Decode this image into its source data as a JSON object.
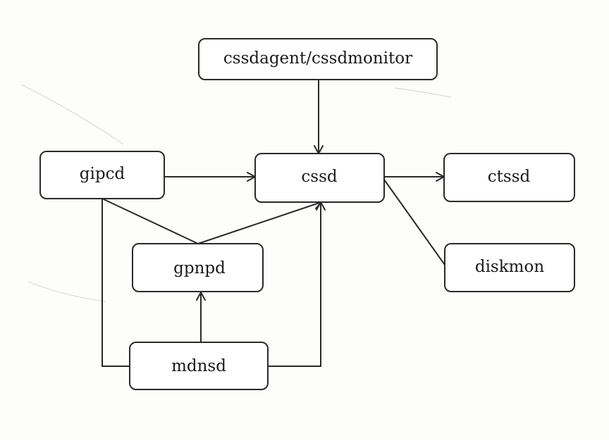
{
  "nodes": {
    "cssdagent": {
      "label": "cssdagent/cssdmonitor"
    },
    "gipcd": {
      "label": "gipcd"
    },
    "cssd": {
      "label": "cssd"
    },
    "ctssd": {
      "label": "ctssd"
    },
    "gpnpd": {
      "label": "gpnpd"
    },
    "diskmon": {
      "label": "diskmon"
    },
    "mdnsd": {
      "label": "mdnsd"
    }
  },
  "edges": [
    {
      "from": "cssdagent/cssdmonitor",
      "to": "cssd",
      "arrow": true
    },
    {
      "from": "gipcd",
      "to": "cssd",
      "arrow": true
    },
    {
      "from": "cssd",
      "to": "ctssd",
      "arrow": true
    },
    {
      "from": "cssd",
      "to": "diskmon",
      "arrow": false
    },
    {
      "from": "gipcd",
      "to": "cssd",
      "via": "gpnpd",
      "arrow": true
    },
    {
      "from": "mdnsd",
      "to": "gpnpd",
      "arrow": true
    },
    {
      "from": "mdnsd",
      "to": "cssd",
      "arrow": true
    },
    {
      "from": "gipcd",
      "to": "mdnsd",
      "arrow": false
    }
  ]
}
